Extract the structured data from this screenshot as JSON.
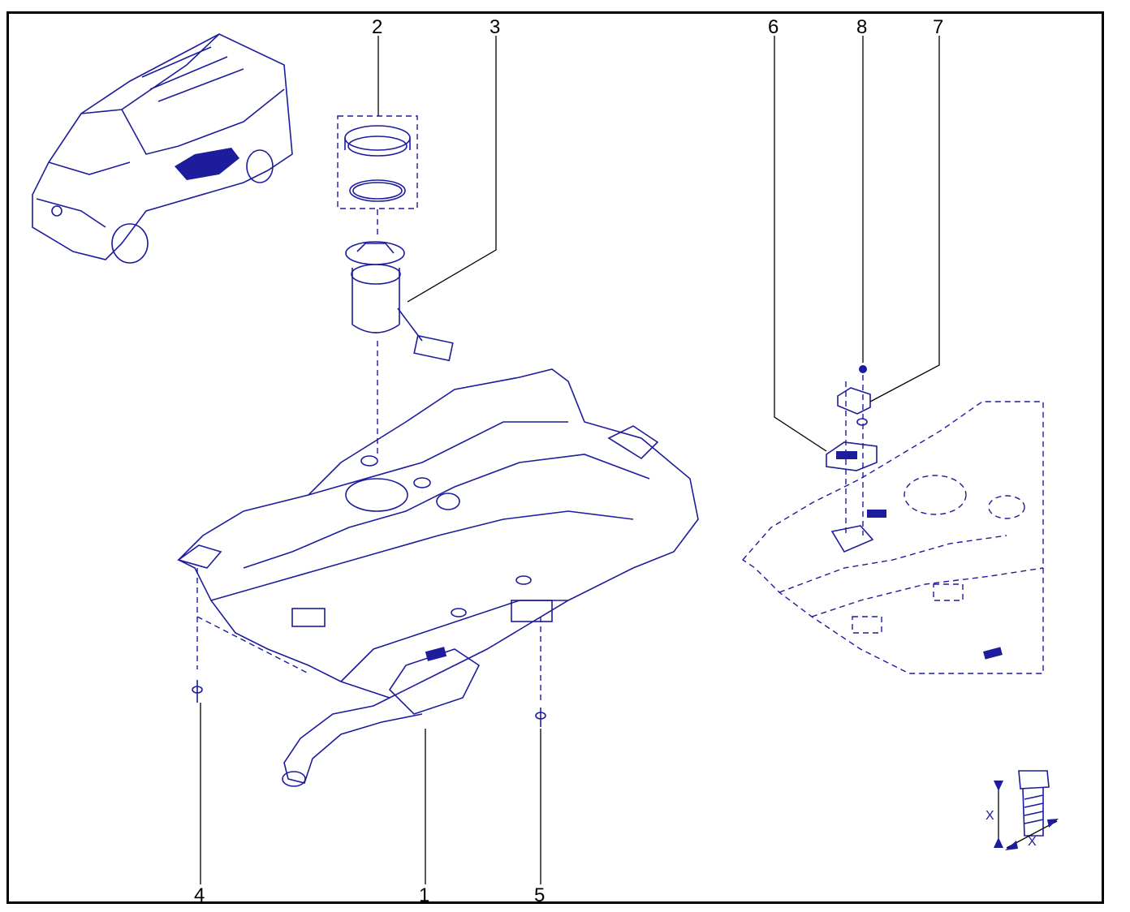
{
  "callouts": [
    "2",
    "3",
    "6",
    "8",
    "7",
    "4",
    "1",
    "5"
  ],
  "torque_symbol": {
    "label_vertical": "X",
    "label_horizontal": "X"
  },
  "colors": {
    "line_art": "#1c1c9c",
    "leader": "#000000",
    "frame": "#000000"
  }
}
